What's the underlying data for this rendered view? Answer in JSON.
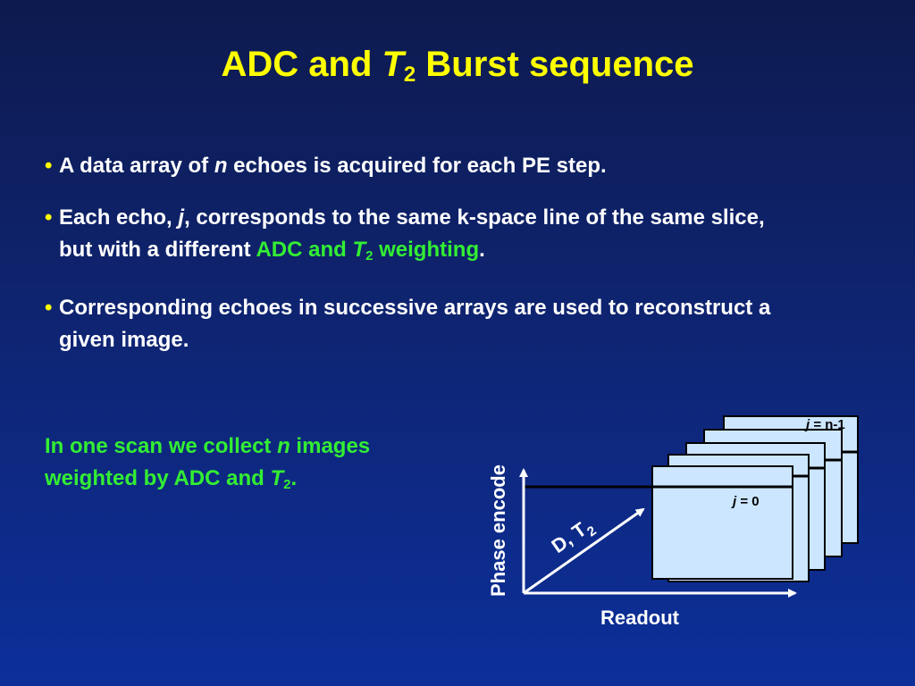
{
  "title": {
    "part1": "ADC and ",
    "italic": "T",
    "sub": "2",
    "part2": " Burst sequence"
  },
  "bullets": {
    "b1": {
      "pre": "A data array of ",
      "italic": "n",
      "post": " echoes is acquired for each PE step."
    },
    "b2": {
      "pre": "Each echo, ",
      "italic": "j",
      "mid": ", corresponds to the same k-space line of the same slice, but with a different ",
      "green_pre": "ADC and ",
      "green_italic": "T",
      "green_sub": "2",
      "green_post": " weighting",
      "end": "."
    },
    "b3": {
      "text": "Corresponding echoes in successive arrays are used to reconstruct a given image."
    }
  },
  "note": {
    "pre": "In one scan we collect ",
    "italic": "n",
    "mid": " images weighted by ADC and ",
    "italic2": "T",
    "sub": "2",
    "end": "."
  },
  "diagram": {
    "y_axis_label": "Phase encode",
    "x_axis_label": "Readout",
    "diffusion_label": "D, T",
    "diffusion_sub": "2",
    "back_frame_label": {
      "italic": "j",
      "text": " = n-1"
    },
    "front_frame_label": {
      "italic": "j",
      "text": " = 0"
    }
  },
  "colors": {
    "title": "#ffff00",
    "highlight": "#33ee33",
    "frame_fill": "#cce6ff",
    "background": "#0f2470"
  }
}
